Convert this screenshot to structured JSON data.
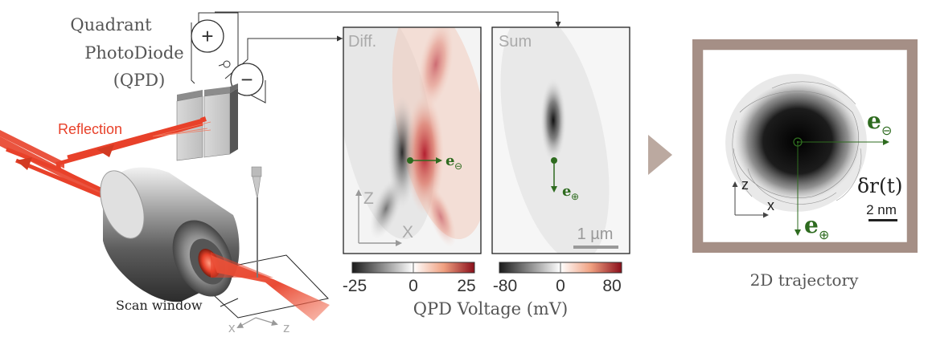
{
  "qpd": {
    "title_line1": "Quadrant",
    "title_line2": "PhotoDiode",
    "title_line3": "(QPD)",
    "plus_symbol": "+",
    "minus_symbol": "−"
  },
  "optics": {
    "reflection_label": "Reflection",
    "scan_window_label": "Scan window",
    "axis_x": "x",
    "axis_z": "z"
  },
  "panels": {
    "diff": {
      "label": "Diff.",
      "axis_z": "Z",
      "axis_x": "X",
      "vector_sub": "⊖",
      "colorbar": {
        "min": "-25",
        "mid": "0",
        "max": "25"
      }
    },
    "sum": {
      "label": "Sum",
      "vector_sub": "⊕",
      "scalebar": "1 µm",
      "colorbar": {
        "min": "-80",
        "mid": "0",
        "max": "80"
      }
    },
    "colorbar_title": "QPD Voltage (mV)"
  },
  "trajectory": {
    "caption": "2D trajectory",
    "e_minus_sub": "⊖",
    "e_plus_sub": "⊕",
    "e_letter": "e",
    "delta_r": "δr(t)",
    "axis_z": "z",
    "axis_x": "x",
    "scalebar": "2 nm"
  },
  "colors": {
    "laser": "#e8412a",
    "vector_green": "#2e6b1f",
    "frame_brown": "#a58f86",
    "arrow_triangle": "#bba9a0"
  }
}
